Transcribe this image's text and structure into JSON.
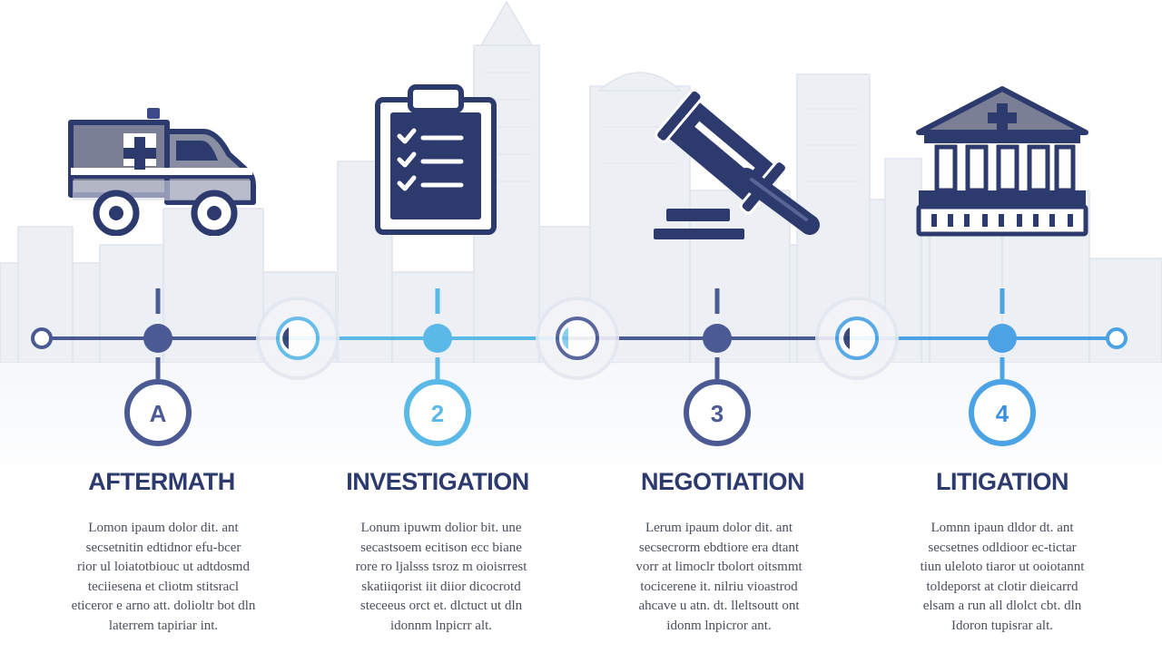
{
  "steps": [
    {
      "marker": "A",
      "title": "AFTERMATH",
      "icon": "ambulance-icon",
      "color": "#3d4a8a",
      "body": [
        "Lomon ipaum dolor dit. ant",
        "secsetnitin edtidnor efu-bcer",
        "rior ul loiatotbiouc ut adtdosmd",
        "teciiesena et cliotm stitsracl",
        "eticeror e arno att. dolioltr bot dln",
        "laterrem tapiriar int."
      ]
    },
    {
      "marker": "2",
      "title": "INVESTIGATION",
      "icon": "clipboard-checklist-icon",
      "color": "#4bb3e6",
      "body": [
        "Lonum ipuwm dolior bit. une",
        "secastsoem ecitison ecc biane",
        "rore ro ljalsss tsroz m oioisrrest",
        "skatiiqorist iit diior dicocrotd",
        "steceeus orct et. dlctuct ut dln",
        "idonnm lnpicrr alt."
      ]
    },
    {
      "marker": "3",
      "title": "NEGOTIATION",
      "icon": "gavel-icon",
      "color": "#3d4a8a",
      "body": [
        "Lerum ipaum dolor dit. ant",
        "secsecrorm ebdtiore era dtant",
        "vorr at limoclr tbolort oitsmmt",
        "tocicerene it. nilriu vioastrod",
        "ahcave u atn. dt. lleltsoutt ont",
        "idonm lnpicror ant."
      ]
    },
    {
      "marker": "4",
      "title": "LITIGATION",
      "icon": "courthouse-icon",
      "color": "#3b8fe3",
      "body": [
        "Lomnn ipaun dldor dt. ant",
        "secsetnes odldioor ec-tictar",
        "tiun uleloto tiaror ut ooiotannt",
        "toldeporst at clotir dieicarrd",
        "elsam a run all dlolct cbt. dln",
        "Idoron tupisrar alt."
      ]
    }
  ],
  "colors": {
    "navy": "#2d3a6e",
    "slate": "#3d4a8a",
    "sky": "#4bb3e6",
    "blue": "#3b8fe3",
    "skyline": "#e8ecf2"
  }
}
